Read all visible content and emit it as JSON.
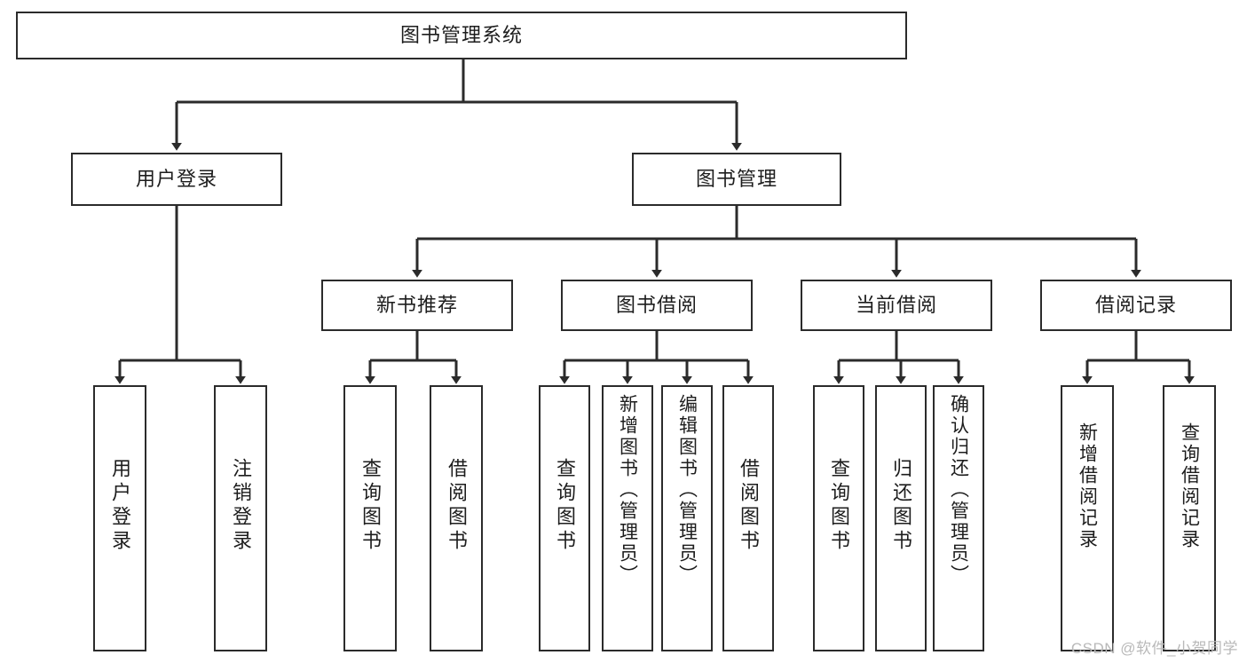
{
  "diagram": {
    "type": "tree-hierarchy",
    "title": "图书管理系统",
    "orientation": "top-down",
    "levels": 4,
    "nodes": {
      "root": {
        "label": "图书管理系统",
        "level": 1
      },
      "l2": [
        {
          "id": "user-login",
          "label": "用户登录",
          "level": 2
        },
        {
          "id": "book-manage",
          "label": "图书管理",
          "level": 2
        }
      ],
      "l3": [
        {
          "id": "new-book-recommend",
          "label": "新书推荐",
          "level": 3,
          "parent": "book-manage"
        },
        {
          "id": "book-borrow",
          "label": "图书借阅",
          "level": 3,
          "parent": "book-manage"
        },
        {
          "id": "current-borrow",
          "label": "当前借阅",
          "level": 3,
          "parent": "book-manage"
        },
        {
          "id": "borrow-record",
          "label": "借阅记录",
          "level": 3,
          "parent": "book-manage"
        }
      ],
      "leaves": [
        {
          "id": "leaf-user-login",
          "label": "用户登录",
          "parent": "user-login"
        },
        {
          "id": "leaf-logout",
          "label": "注销登录",
          "parent": "user-login"
        },
        {
          "id": "leaf-query-book-1",
          "label": "查询图书",
          "parent": "new-book-recommend"
        },
        {
          "id": "leaf-borrow-book-1",
          "label": "借阅图书",
          "parent": "new-book-recommend"
        },
        {
          "id": "leaf-query-book-2",
          "label": "查询图书",
          "parent": "book-borrow"
        },
        {
          "id": "leaf-add-book",
          "label": "新增图书（管理员）",
          "parent": "book-borrow"
        },
        {
          "id": "leaf-edit-book",
          "label": "编辑图书（管理员）",
          "parent": "book-borrow"
        },
        {
          "id": "leaf-borrow-book-2",
          "label": "借阅图书",
          "parent": "book-borrow"
        },
        {
          "id": "leaf-query-book-3",
          "label": "查询图书",
          "parent": "current-borrow"
        },
        {
          "id": "leaf-return-book",
          "label": "归还图书",
          "parent": "current-borrow"
        },
        {
          "id": "leaf-confirm-return",
          "label": "确认归还（管理员）",
          "parent": "current-borrow"
        },
        {
          "id": "leaf-add-record",
          "label": "新增借阅记录",
          "parent": "borrow-record"
        },
        {
          "id": "leaf-query-record",
          "label": "查询借阅记录",
          "parent": "borrow-record"
        }
      ]
    },
    "colors": {
      "stroke": "#2b2b2b",
      "fill": "#ffffff",
      "text": "#1d1d1d",
      "watermark": "#b9b9b9"
    }
  },
  "watermark": {
    "text": "CSDN @软件_小贺同学"
  }
}
